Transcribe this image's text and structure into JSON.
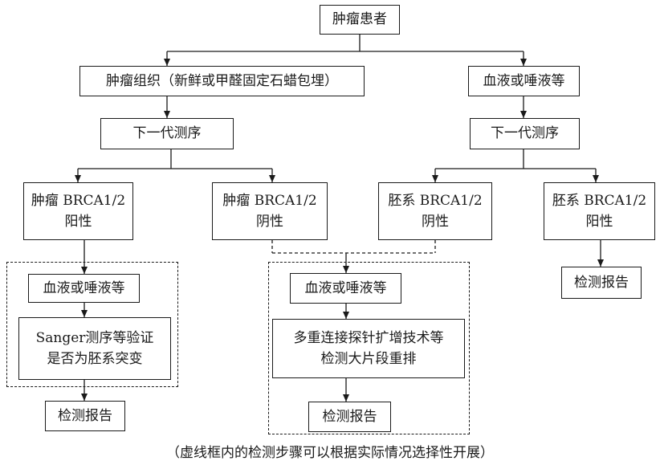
{
  "nodes": {
    "patient": "肿瘤患者",
    "tumor_tissue": "肿瘤组织（新鲜或甲醛固定石蜡包埋）",
    "blood_saliva_top": "血液或唾液等",
    "ngs_left": "下一代测序",
    "ngs_right": "下一代测序",
    "tumor_pos": [
      "肿瘤 BRCA1/2",
      "阳性"
    ],
    "tumor_neg": [
      "肿瘤 BRCA1/2",
      "阴性"
    ],
    "germline_neg": [
      "胚系 BRCA1/2",
      "阴性"
    ],
    "germline_pos": [
      "胚系 BRCA1/2",
      "阳性"
    ],
    "left_blood": "血液或唾液等",
    "sanger": [
      "Sanger测序等验证",
      "是否为胚系突变"
    ],
    "left_report": "检测报告",
    "mid_blood": "血液或唾液等",
    "mlpa": [
      "多重连接探针扩增技术等",
      "检测大片段重排"
    ],
    "mid_report": "检测报告",
    "right_report": "检测报告"
  },
  "footnote": "（虚线框内的检测步骤可以根据实际情况选择性开展）"
}
